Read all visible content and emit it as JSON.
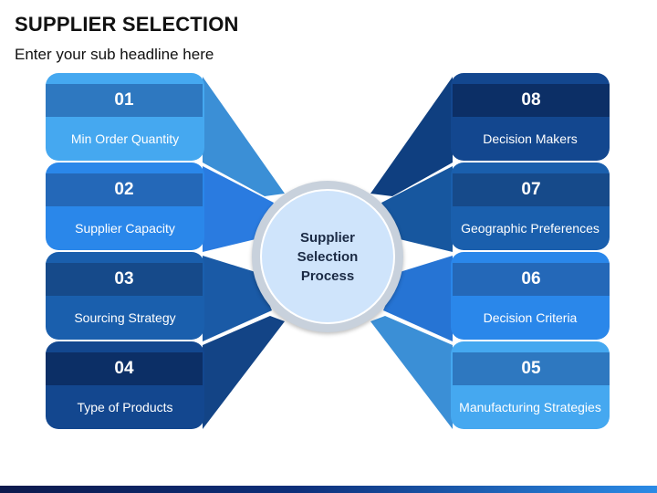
{
  "header": {
    "title": "SUPPLIER SELECTION",
    "subtitle": "Enter your sub headline here"
  },
  "center": {
    "label": "Supplier Selection Process"
  },
  "items": [
    {
      "number": "01",
      "label": "Min Order Quantity",
      "side": "left",
      "color": "#45a8f0",
      "header_color": "#2e78c0"
    },
    {
      "number": "02",
      "label": "Supplier Capacity",
      "side": "left",
      "color": "#2a87ea",
      "header_color": "#2468b8"
    },
    {
      "number": "03",
      "label": "Sourcing Strategy",
      "side": "left",
      "color": "#1a5fad",
      "header_color": "#164a8a"
    },
    {
      "number": "04",
      "label": "Type of Products",
      "side": "left",
      "color": "#13478f",
      "header_color": "#0c2f66"
    },
    {
      "number": "08",
      "label": "Decision Makers",
      "side": "right",
      "color": "#13478f",
      "header_color": "#0c2f66"
    },
    {
      "number": "07",
      "label": "Geographic Preferences",
      "side": "right",
      "color": "#1a5fad",
      "header_color": "#164a8a"
    },
    {
      "number": "06",
      "label": "Decision Criteria",
      "side": "right",
      "color": "#2a87ea",
      "header_color": "#2468b8"
    },
    {
      "number": "05",
      "label": "Manufacturing Strategies",
      "side": "right",
      "color": "#45a8f0",
      "header_color": "#2e78c0"
    }
  ]
}
